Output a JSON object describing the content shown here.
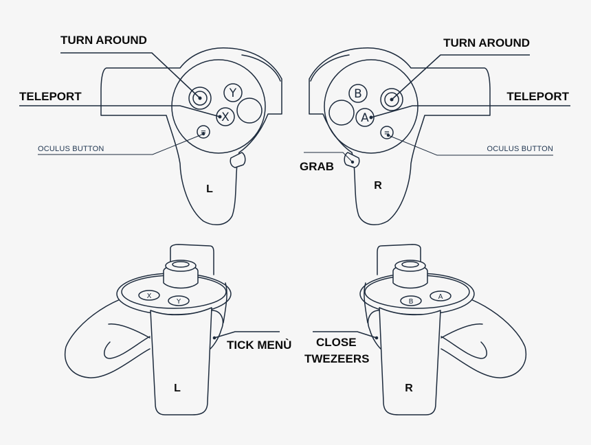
{
  "labels": {
    "left_turn_around": "TURN AROUND",
    "left_teleport": "TELEPORT",
    "left_oculus": "OCULUS BUTTON",
    "right_turn_around": "TURN AROUND",
    "right_teleport": "TELEPORT",
    "right_oculus": "OCULUS BUTTON",
    "grab": "GRAB",
    "tick_menu": "TICK MENÙ",
    "close_tweezers_line1": "CLOSE",
    "close_tweezers_line2": "TWEZEERS"
  },
  "hands": {
    "top_left": "L",
    "top_right": "R",
    "bottom_left": "L",
    "bottom_right": "R"
  },
  "buttons": {
    "x": "X",
    "y": "Y",
    "a": "A",
    "b": "B",
    "menu_glyph": "≡"
  },
  "colors": {
    "outline": "#1c2a3c",
    "label_text": "#0b0b0b",
    "small_label_text": "#1f3550",
    "background": "#f6f6f6"
  }
}
